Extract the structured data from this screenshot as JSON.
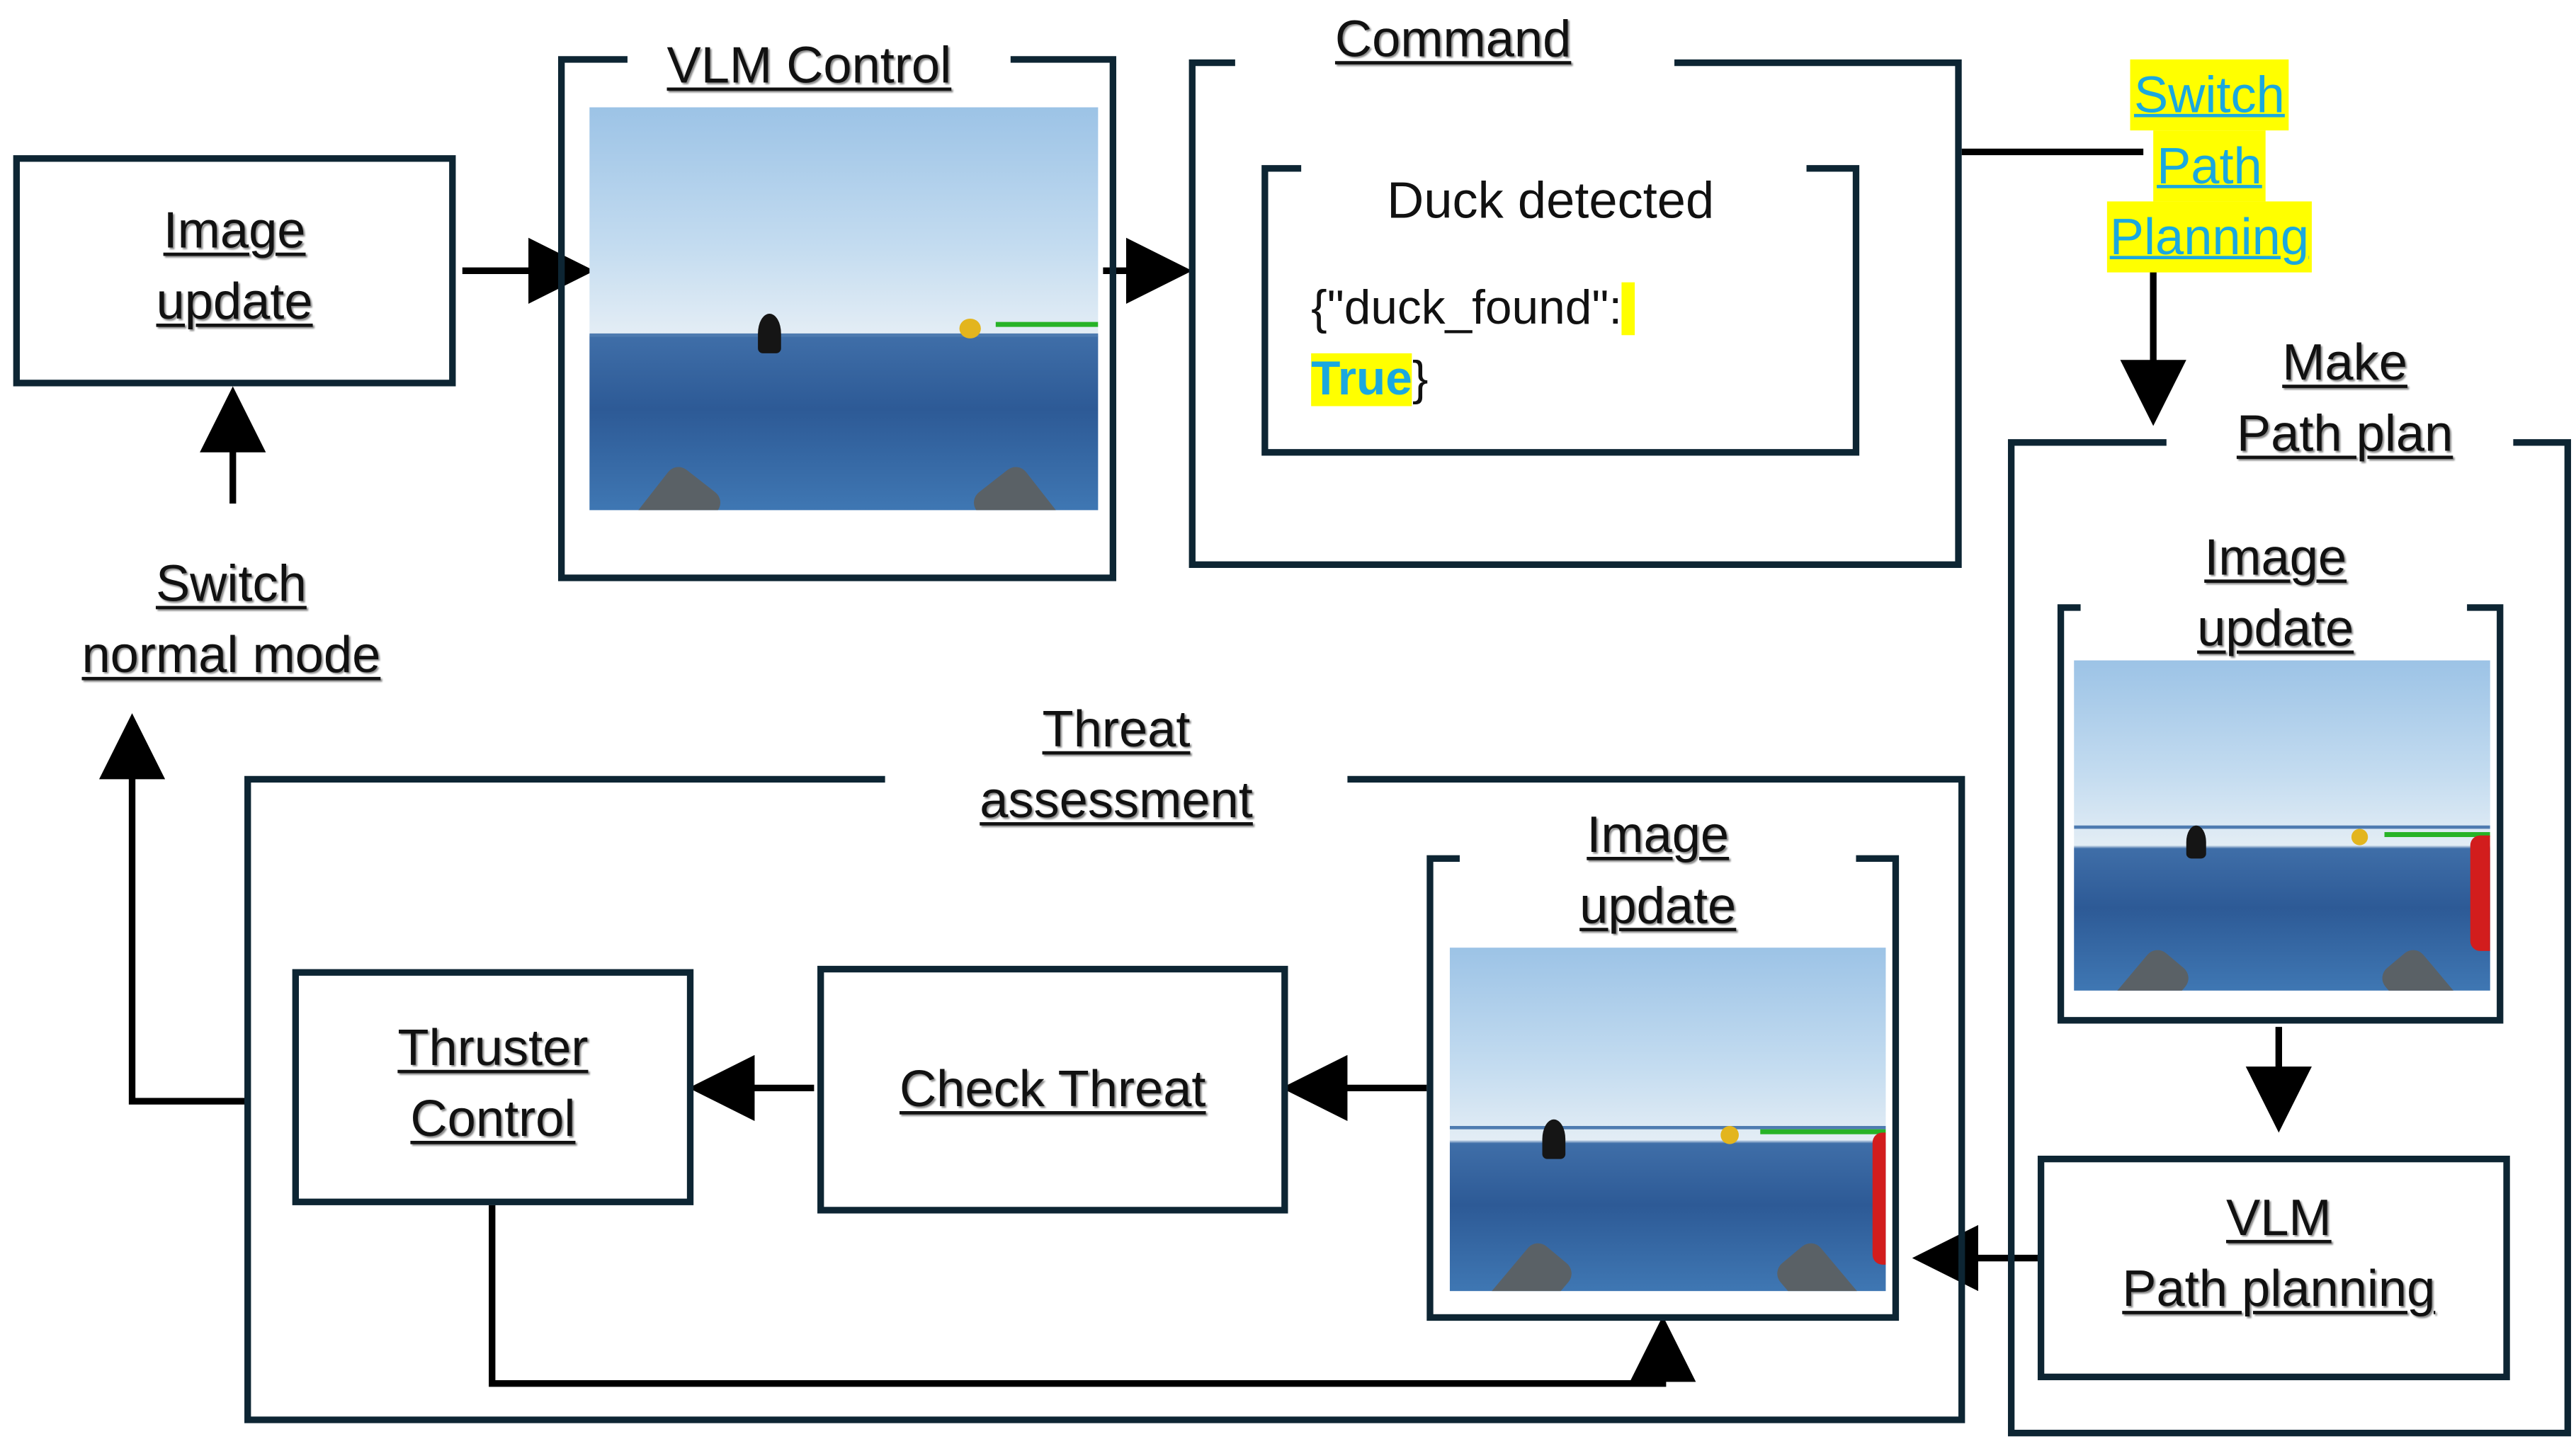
{
  "nodes": {
    "image_update_top": [
      "Image",
      "update"
    ],
    "vlm_control": "VLM Control",
    "command": "Command",
    "duck_detected": "Duck detected",
    "json_line1": "{\"duck_found\":",
    "json_true": "True",
    "json_close": "}",
    "switch_path_planning": [
      "Switch",
      "Path",
      "Planning"
    ],
    "make_path_plan": [
      "Make",
      "Path plan"
    ],
    "image_update_right": [
      "Image",
      "update"
    ],
    "vlm_path_planning": [
      "VLM",
      "Path planning"
    ],
    "threat_assessment": [
      "Threat",
      "assessment"
    ],
    "image_update_bottom": [
      "Image",
      "update"
    ],
    "check_threat": "Check Threat",
    "thruster_control": [
      "Thruster",
      "Control"
    ],
    "switch_normal_mode": [
      "Switch",
      "normal mode"
    ]
  },
  "colors": {
    "border": "#0d2533",
    "highlight": "#ffff00",
    "true_text": "#1aa8df"
  }
}
